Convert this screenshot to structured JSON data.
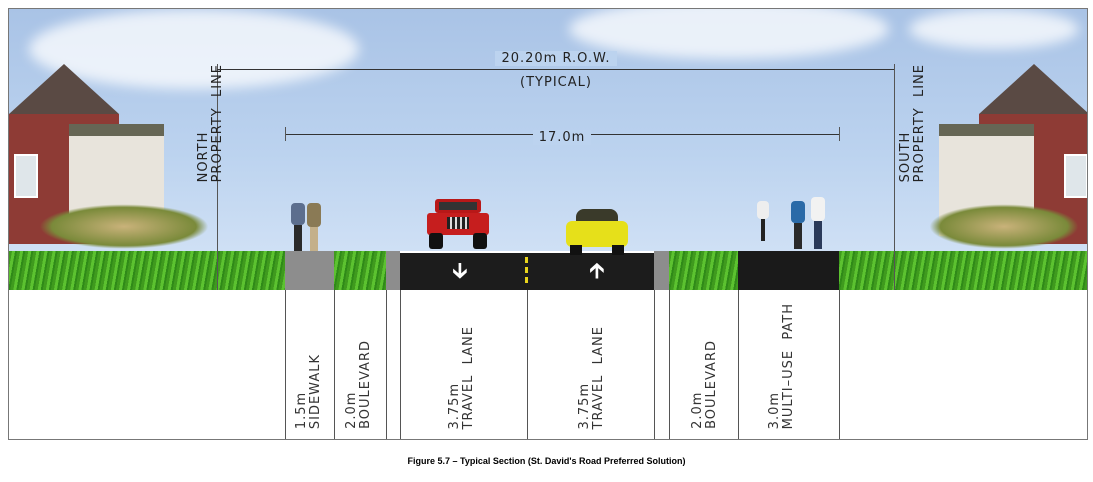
{
  "dimensions": {
    "row": "20.20m  R.O.W.",
    "row_note": "(TYPICAL)",
    "inner": "17.0m"
  },
  "property_lines": {
    "north": "NORTH\nPROPERTY  LINE",
    "south": "SOUTH\nPROPERTY  LINE"
  },
  "elements": [
    {
      "width": "1.5m",
      "name": "SIDEWALK"
    },
    {
      "width": "2.0m",
      "name": "BOULEVARD"
    },
    {
      "width": "3.75m",
      "name": "TRAVEL  LANE"
    },
    {
      "width": "3.75m",
      "name": "TRAVEL  LANE"
    },
    {
      "width": "2.0m",
      "name": "BOULEVARD"
    },
    {
      "width": "3.0m",
      "name": "MULTI–USE  PATH"
    }
  ],
  "caption": "Figure 5.7 – Typical Section (St. David's Road Preferred Solution)",
  "colors": {
    "grass": "#4fae25",
    "asphalt": "#1c1c1c",
    "sidewalk": "#8d8d8d",
    "sky": "#bcd3ef",
    "centerline": "#e8d41c"
  }
}
